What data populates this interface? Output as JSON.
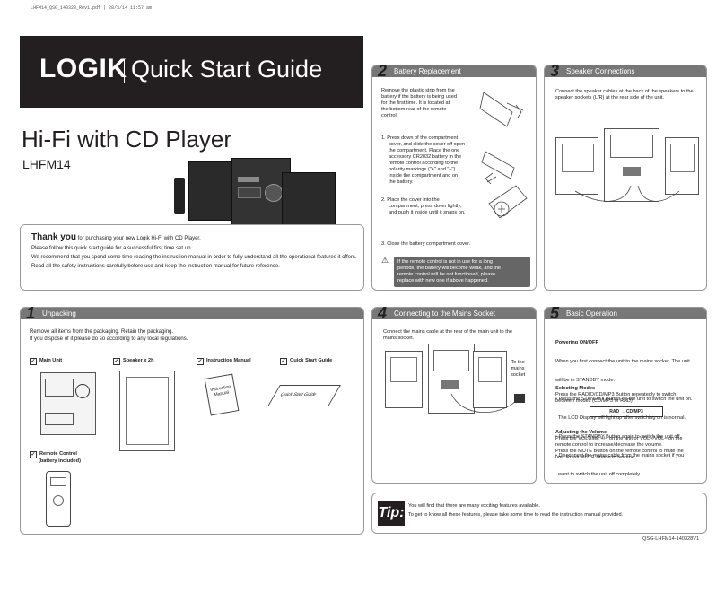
{
  "file_header": "LHFM14_QSG_140328_Rev1.pdf   |   28/3/14   11:57 am",
  "header": {
    "brand": "LOGIK",
    "guide": "Quick Start Guide",
    "title": "Hi-Fi with CD Player",
    "model": "LHFM14"
  },
  "thank_you": {
    "bold": "Thank you",
    "lead": " for purchasing your new Logik Hi-Fi with CD Player.",
    "lines": [
      "Please follow this quick start guide for a successful first time set up.",
      "We recommend that you spend some time reading the instruction manual in order to fully understand all the operational features it offers.",
      "Read all the safety instructions carefully before use and keep the instruction manual for future reference."
    ]
  },
  "unpacking": {
    "num": "1",
    "title": "Unpacking",
    "lines": [
      "Remove all items from the packaging. Retain the packaging.",
      "If you dispose of it please do so according to any local regulations."
    ],
    "items": [
      {
        "label": "Main Unit"
      },
      {
        "label": "Speaker x 2h"
      },
      {
        "label": "Instruction Manual"
      },
      {
        "label": "Quick Start Guide"
      },
      {
        "label": "Remote Control",
        "sub": "(battery included)"
      }
    ],
    "manual_cover": "Instruction Manual",
    "qsg_cover": "Quick Start Guide"
  },
  "battery": {
    "num": "2",
    "title": "Battery Replacement",
    "intro": [
      "Remove the plastic strip from the",
      "battery if the battery is being used",
      "for the first time. It is located at",
      "the bottom rear of the remote",
      "control."
    ],
    "step1": [
      "1. Press down of the compartment",
      "cover, and slide the cover off open",
      "the compartment. Place the one",
      "accessory CR2032 battery in the",
      "remote control according to the",
      "polarity markings (\"+\" and \"–\").",
      "Inside the compartment and on",
      "the battery."
    ],
    "step2": [
      "2. Place the cover into the",
      "compartment, press down lightly,",
      "and push it inside until it snaps on."
    ],
    "step3": "3. Close the battery compartment cover.",
    "warning": [
      "If the remote control is not in use for a long",
      "periods, the battery will become weak, and the",
      "remote control will be not functioned, please",
      "replace with new one if above happened."
    ]
  },
  "speaker": {
    "num": "3",
    "title": "Speaker Connections",
    "lines": [
      "Connect the speaker cables at the back of the speakers to the",
      "speaker sockets (L/R) at the rear side of the unit."
    ]
  },
  "mains": {
    "num": "4",
    "title": "Connecting to the Mains Socket",
    "lines": [
      "Connect the mains cable at the rear of the main unit to the",
      "mains socket."
    ],
    "socket_label": [
      "To the",
      "mains",
      "socket"
    ]
  },
  "basic": {
    "num": "5",
    "title": "Basic Operation",
    "power_head": "Powering ON/OFF",
    "power": [
      "When you first connect the unit to the mains socket. The unit",
      "will be in STANDBY mode.",
      "• Press the STANDBY Button on the unit to switch the unit on.",
      "  The LCD Display will light up after switching on is normal.",
      "• Press the STANDBY Button again to switch the unit off.",
      "• Disconnect the mains cable from the mains socket if you",
      "  want to switch the unit off completely."
    ],
    "modes_head": "Selecting Modes",
    "modes": [
      "Press the RADIO/CD/MP3 Button repeatedly to switch",
      "between modes (CD/MP3 or RAD)."
    ],
    "mode_a": "RAD",
    "mode_b": "CD/MP3",
    "vol_head": "Adjusting the Volume",
    "vol": [
      "Press the VOLUME +/– on the unit or VOL+/VOL– on the",
      "remote control to increase/decrease the volume.",
      "Press the MUTE Button on the remote control to mute the",
      "unit. Press MUTE Button to resume."
    ]
  },
  "tip": {
    "tag": "Tip:",
    "lines": [
      "You will find that there are many exciting features available.",
      "To get to know all these features, please take some time to read the instruction manual provided."
    ]
  },
  "code": "QSG-LHFM14-140328V1"
}
